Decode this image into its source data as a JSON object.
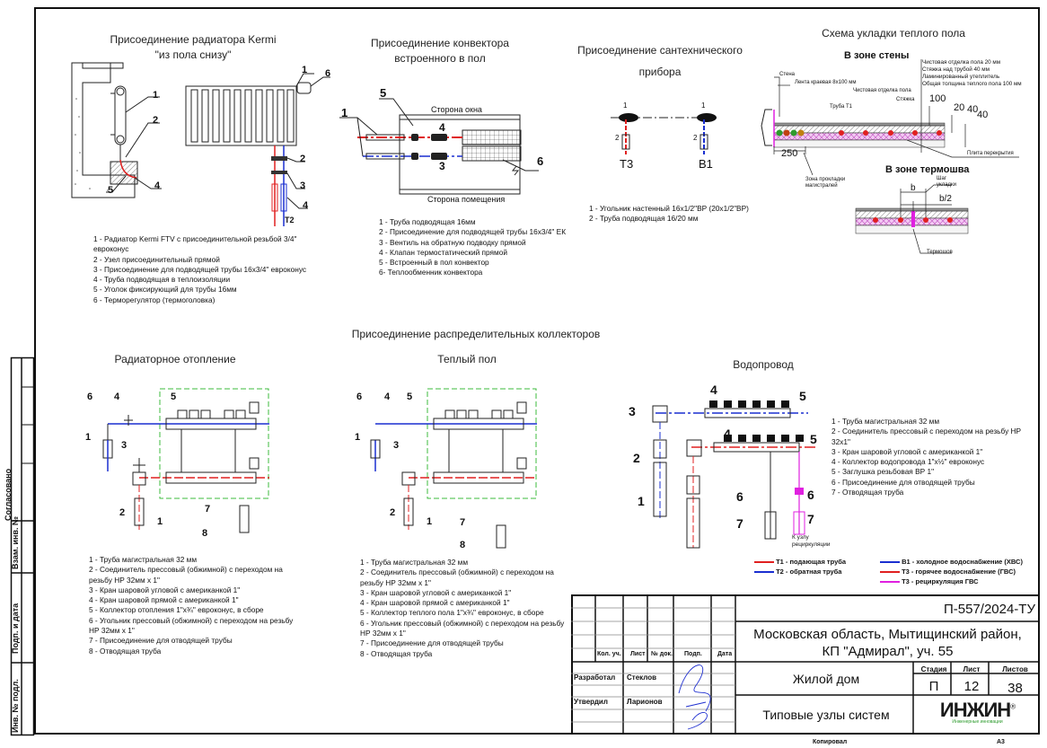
{
  "sections": {
    "kermi": {
      "title_line1": "Присоединение радиатора Kermi",
      "title_line2": "\"из пола снизу\"",
      "callouts": [
        "1",
        "2",
        "4",
        "5",
        "1",
        "6",
        "2",
        "3",
        "4",
        "Т2"
      ],
      "legend": [
        "1 - Радиатор Kermi FTV с присоединительной резьбой 3/4\"",
        "евроконус",
        "2 - Узел присоединительный прямой",
        "3 - Присоединение для подводящей трубы 16х3/4\" евроконус",
        "4 - Труба подводящая в теплоизоляции",
        "5 - Уголок фиксирующий для трубы 16мм",
        "6 - Терморегулятор (термоголовка)"
      ]
    },
    "convector": {
      "title_line1": "Присоединение конвектора",
      "title_line2": "встроенного в пол",
      "window_side": "Сторона окна",
      "room_side": "Сторона помещения",
      "callouts": [
        "1",
        "5",
        "4",
        "3",
        "6"
      ],
      "legend": [
        "1 - Труба подводящая 16мм",
        "2 - Присоединение для подводящей трубы 16х3/4\" ЕК",
        "3 - Вентиль на обратную подводку прямой",
        "4 - Клапан термостатический прямой",
        "5 - Встроенный в пол конвектор",
        "6- Теплообменник конвектора"
      ]
    },
    "sanitary": {
      "title_line1": "Присоединение сантехнического",
      "title_line2": "прибора",
      "labels": [
        "Т3",
        "В1"
      ],
      "callouts": [
        "1",
        "2",
        "1",
        "2"
      ],
      "legend": [
        "1 - Угольник настенный 16х1/2\"ВР (20х1/2\"ВР)",
        "2 - Труба подводящая 16/20 мм"
      ]
    },
    "floor_heating": {
      "title": "Схема укладки теплого пола",
      "wall_zone": "В зоне стены",
      "joint_zone": "В зоне термошва",
      "notes": [
        "Чистовая отделка пола 20 мм",
        "Стяжка над трубой 40 мм",
        "Ламинированный утеплитель",
        "Общая толщина теплого пола  100 мм"
      ],
      "labels": {
        "wall": "Стена",
        "edge_tape": "Лента краевая 8х100 мм",
        "finish": "Чистовая отделка пола",
        "screed": "Стяжка",
        "pipe": "Труба Т1",
        "slab": "Плита перекрытия",
        "mains_zone_1": "Зона прокладки",
        "mains_zone_2": "магистралей",
        "step_1": "Шаг",
        "step_2": "укладки",
        "b": "b",
        "b_half": "b/2",
        "joint": "Термошов"
      },
      "dims": [
        "100",
        "20",
        "40",
        "40",
        "250"
      ]
    },
    "manifolds": {
      "title": "Присоединение распределительных коллекторов",
      "radiator": {
        "title": "Радиаторное отопление",
        "callouts": [
          "6",
          "4",
          "5",
          "1",
          "3",
          "2",
          "1",
          "7",
          "8"
        ],
        "legend": [
          "1 - Труба магистральная 32 мм",
          "2 - Соединитель прессовый (обжимной)  с переходом на",
          "резьбу НР 32мм х 1\"",
          "3 - Кран шаровой угловой с американкой 1\"",
          "4 - Кран шаровой прямой с американкой 1\"",
          "5 - Коллектор отопления 1\"х¾\" евроконус, в сборе",
          "6 - Угольник  прессовый (обжимной)  с переходом на резьбу",
          "НР 32мм х 1\"",
          "7 - Присоединение для отводящей трубы",
          "8 - Отводящая труба"
        ]
      },
      "floor": {
        "title": "Теплый пол",
        "callouts": [
          "6",
          "4",
          "5",
          "1",
          "3",
          "2",
          "1",
          "7",
          "8"
        ],
        "legend": [
          "1 - Труба магистральная 32 мм",
          "2 - Соединитель прессовый (обжимной)  с переходом на",
          "резьбу НР 32мм х 1\"",
          "3 - Кран шаровой угловой с американкой 1\"",
          "4 - Кран шаровой прямой с американкой 1\"",
          "5 - Коллектор теплого пола 1\"х¾\" евроконус, в сборе",
          "6 - Угольник  прессовый (обжимной)  с переходом на резьбу",
          "НР 32мм х 1\"",
          "7 - Присоединение для отводящей трубы",
          "8 - Отводящая труба"
        ]
      },
      "water": {
        "title": "Водопровод",
        "callouts": [
          "3",
          "4",
          "5",
          "4",
          "5",
          "2",
          "1",
          "6",
          "7",
          "6",
          "7"
        ],
        "recirc_1": "К узлу",
        "recirc_2": "рециркуляции",
        "legend": [
          "1 - Труба магистральная 32 мм",
          "2 - Соединитель прессовый с переходом на резьбу НР",
          "32х1\"",
          "3 - Кран шаровой угловой с американкой 1\"",
          "4 - Коллектор водопровода 1\"х½\" евроконус",
          "5 - Заглушка резьбовая ВР 1\"",
          "6 - Присоединение для отводящей трубы",
          "7 - Отводящая труба"
        ]
      }
    }
  },
  "line_legend": [
    {
      "label": "Т1 - подающая труба",
      "color": "#e02020"
    },
    {
      "label": "Т2 - обратная труба",
      "color": "#1a2fd0"
    },
    {
      "label": "В1 - холодное водоснабжение (ХВС)",
      "color": "#1a2fd0"
    },
    {
      "label": "Т3 - горячее водоснабжение (ГВС)",
      "color": "#e02020"
    },
    {
      "label": "Т3 - рециркуляция ГВС",
      "color": "#e020e0"
    }
  ],
  "stamp_side": {
    "agreed": "Согласовано",
    "inv_replace": "Взам. инв. №",
    "sign_date": "Подп. и дата",
    "inv_orig": "Инв. № подл."
  },
  "title_block": {
    "code": "П-557/2024-ТУ",
    "address_line1": "Московская область, Мытищинский район,",
    "address_line2": "КП \"Адмирал\", уч. 55",
    "object": "Жилой дом",
    "sheet_title": "Типовые узлы систем",
    "headers": [
      "Кол. уч.",
      "Лист",
      "№ док.",
      "Подп.",
      "Дата"
    ],
    "roles": [
      {
        "role": "Разработал",
        "name": "Стеклов"
      },
      {
        "role": "Утвердил",
        "name": "Ларионов"
      }
    ],
    "stage_label": "Стадия",
    "sheet_label": "Лист",
    "sheets_label": "Листов",
    "stage": "П",
    "sheet": "12",
    "sheets": "38",
    "logo": "ИНЖИН",
    "logo_sub": "Инженерные инновации",
    "copied": "Копировал",
    "format": "А3"
  },
  "colors": {
    "supply": "#e02020",
    "return": "#1a2fd0",
    "recirc": "#e020e0",
    "insulation": "#e8a8e8",
    "boundary": "#3dbb3d",
    "logo_green": "#2e9b2e"
  }
}
